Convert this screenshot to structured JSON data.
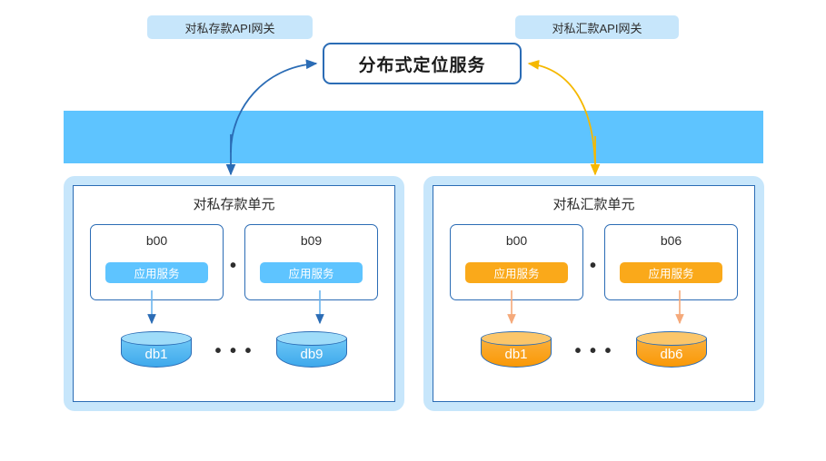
{
  "central": {
    "label": "分布式定位服务"
  },
  "gateways": [
    {
      "id": "deposit-gateway",
      "label": "对私存款API网关"
    },
    {
      "id": "remittance-gateway",
      "label": "对私汇款API网关"
    }
  ],
  "units": [
    {
      "id": "deposit-unit",
      "title": "对私存款单元",
      "accent": "#5ec4ff",
      "service_label": "应用服务",
      "ellipsis": "• • •",
      "nodes": [
        {
          "name": "b00",
          "service": "应用服务"
        },
        {
          "name": "b09",
          "service": "应用服务"
        }
      ],
      "databases": [
        {
          "name": "db1"
        },
        {
          "name": "db9"
        }
      ]
    },
    {
      "id": "remittance-unit",
      "title": "对私汇款单元",
      "accent": "#faa91a",
      "service_label": "应用服务",
      "ellipsis": "• • •",
      "nodes": [
        {
          "name": "b00",
          "service": "应用服务"
        },
        {
          "name": "b06",
          "service": "应用服务"
        }
      ],
      "databases": [
        {
          "name": "db1"
        },
        {
          "name": "db6"
        }
      ]
    }
  ],
  "colors": {
    "band_blue": "#5ec4ff",
    "pill_light_blue": "#c7e6fb",
    "border_blue": "#2b6cb5",
    "arrow_blue": "#2b6cb5",
    "arrow_yellow": "#f5b800",
    "arrow_orange": "#f5a97a",
    "orange": "#faa91a"
  }
}
